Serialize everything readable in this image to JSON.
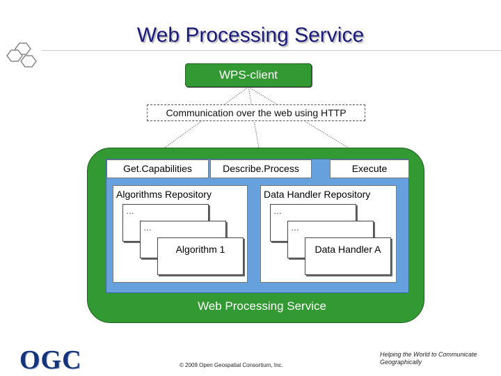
{
  "title": "Web Processing Service",
  "client": {
    "label": "WPS-client"
  },
  "communication": {
    "label": "Communication over the web using HTTP"
  },
  "operations": [
    {
      "label": "Get.Capabilities"
    },
    {
      "label": "Describe.Process"
    },
    {
      "label": "Execute"
    }
  ],
  "repositories": {
    "algorithms": {
      "label": "Algorithms Repository",
      "ellipsis_1": "…",
      "ellipsis_2": "…",
      "item": "Algorithm 1"
    },
    "data_handlers": {
      "label": "Data Handler Repository",
      "ellipsis_1": "…",
      "ellipsis_2": "…",
      "item": "Data Handler A"
    }
  },
  "service_label": "Web Processing Service",
  "footer": {
    "logo": "OGC",
    "copyright": "© 2009 Open Geospatial Consortium, Inc.",
    "tagline": "Helping the World to Communicate Geographically"
  },
  "colors": {
    "green": "#339933",
    "blue": "#66a0dd",
    "title": "#1a1a7a",
    "logo": "#13337a"
  }
}
